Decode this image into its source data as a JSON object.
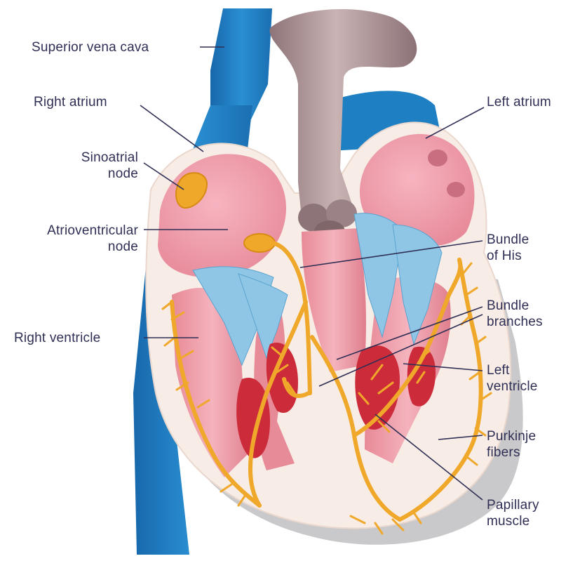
{
  "labels": {
    "superior_vena_cava": "Superior vena cava",
    "right_atrium": "Right atrium",
    "sinoatrial_node": [
      "Sinoatrial",
      "node"
    ],
    "atrioventricular_node": [
      "Atrioventricular",
      "node"
    ],
    "right_ventricle": "Right ventricle",
    "left_atrium": "Left atrium",
    "bundle_of_his": [
      "Bundle",
      "of His"
    ],
    "bundle_branches": [
      "Bundle",
      "branches"
    ],
    "left_ventricle": [
      "Left",
      "ventricle"
    ],
    "purkinje_fibers": [
      "Purkinje",
      "fibers"
    ],
    "papillary_muscle": [
      "Papillary",
      "muscle"
    ]
  },
  "colors": {
    "vessel_blue": "#1f7fc3",
    "aorta_gray": "#a89090",
    "chamber_pink": "#ec9aa8",
    "heart_wall": "#f7ece6",
    "conduction_orange": "#f0a82a",
    "muscle_red": "#cc2c3a",
    "valve_blue": "#8fc6e6",
    "label_text": "#2f2f55"
  }
}
